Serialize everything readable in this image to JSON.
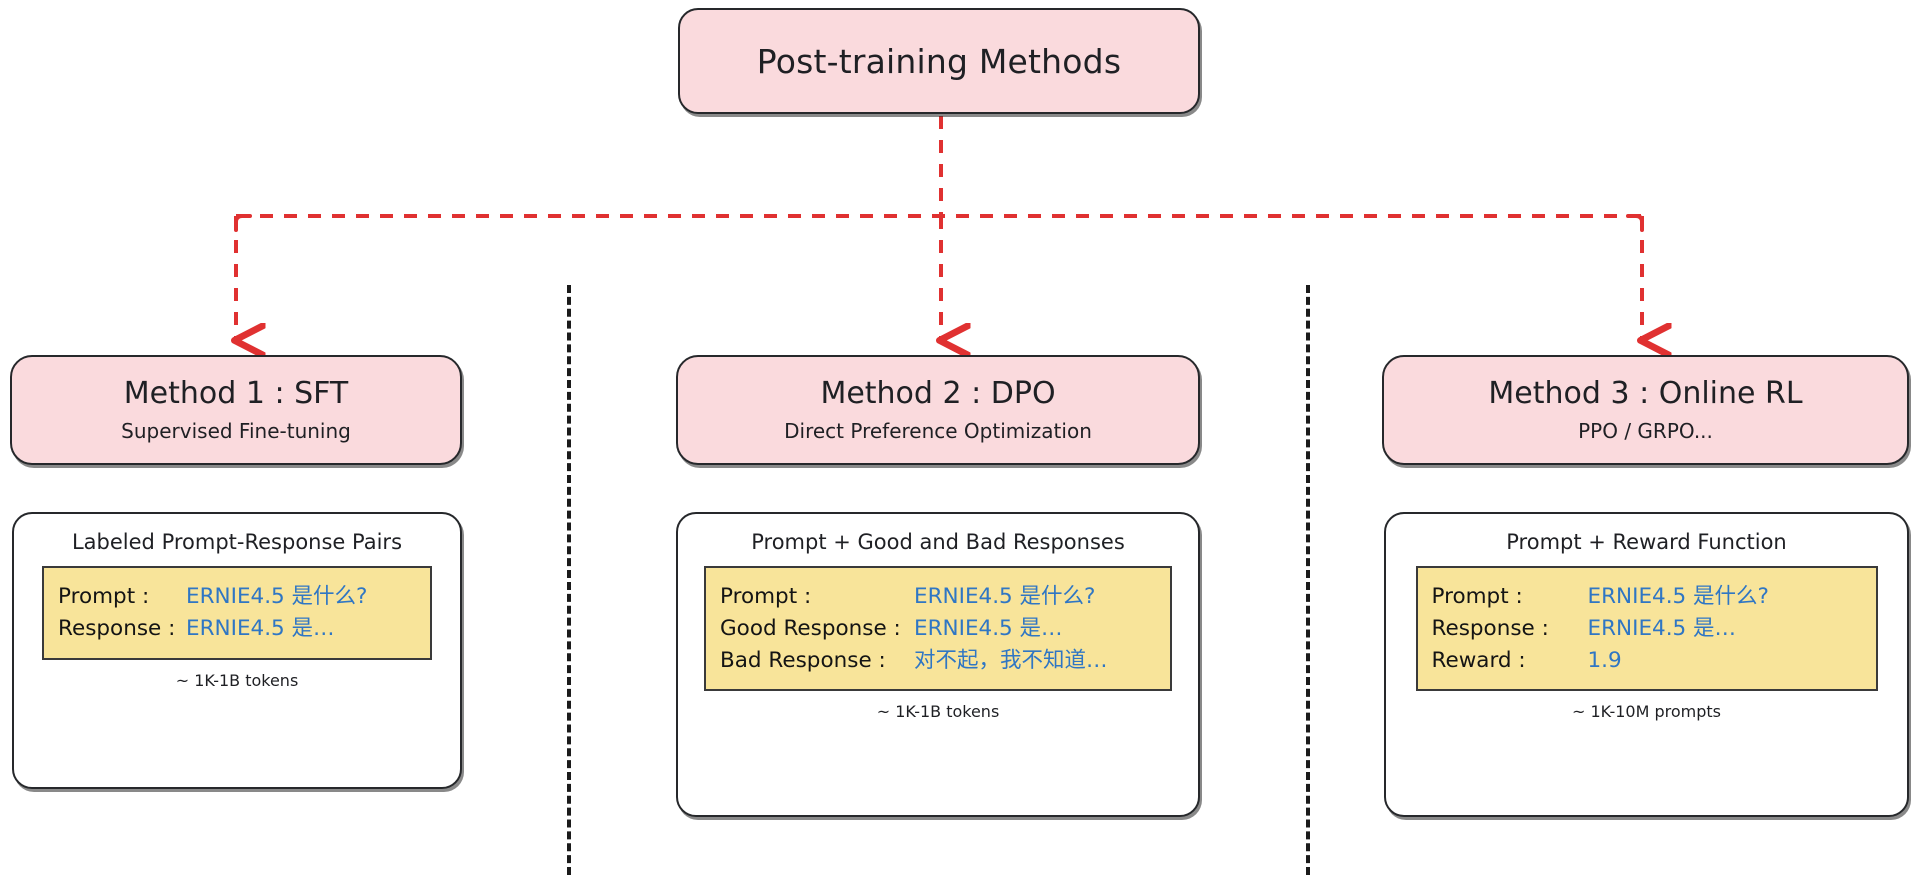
{
  "diagram": {
    "root": {
      "title": "Post-training Methods"
    },
    "colors": {
      "node_fill": "#fadadd",
      "node_stroke": "#26282b",
      "example_fill": "#f8e49a",
      "example_stroke": "#3a3a3a",
      "value_text": "#2f76c4",
      "connector": "#e03131",
      "divider": "#1b1b1b",
      "background": "#ffffff"
    },
    "columns": [
      {
        "id": "sft",
        "header": {
          "title": "Method 1 : SFT",
          "subtitle": "Supervised Fine-tuning"
        },
        "card": {
          "heading": "Labeled Prompt-Response Pairs",
          "rows": [
            {
              "label": "Prompt :",
              "value": "ERNIE4.5 是什么?"
            },
            {
              "label": "Response :",
              "value": "ERNIE4.5 是…"
            }
          ],
          "footnote": "~ 1K-1B tokens"
        }
      },
      {
        "id": "dpo",
        "header": {
          "title": "Method 2 : DPO",
          "subtitle": "Direct Preference Optimization"
        },
        "card": {
          "heading": "Prompt + Good and Bad Responses",
          "rows": [
            {
              "label": "Prompt :",
              "value": "ERNIE4.5 是什么?"
            },
            {
              "label": "Good Response :",
              "value": "ERNIE4.5 是…"
            },
            {
              "label": "Bad Response :",
              "value": "对不起，我不知道…"
            }
          ],
          "footnote": "~ 1K-1B tokens"
        }
      },
      {
        "id": "rl",
        "header": {
          "title": "Method 3 : Online RL",
          "subtitle": "PPO / GRPO..."
        },
        "card": {
          "heading": "Prompt + Reward Function",
          "rows": [
            {
              "label": "Prompt :",
              "value": "ERNIE4.5 是什么?"
            },
            {
              "label": "Response :",
              "value": "ERNIE4.5 是…"
            },
            {
              "label": "Reward :",
              "value": "1.9"
            }
          ],
          "footnote": "~ 1K-10M prompts"
        }
      }
    ]
  }
}
